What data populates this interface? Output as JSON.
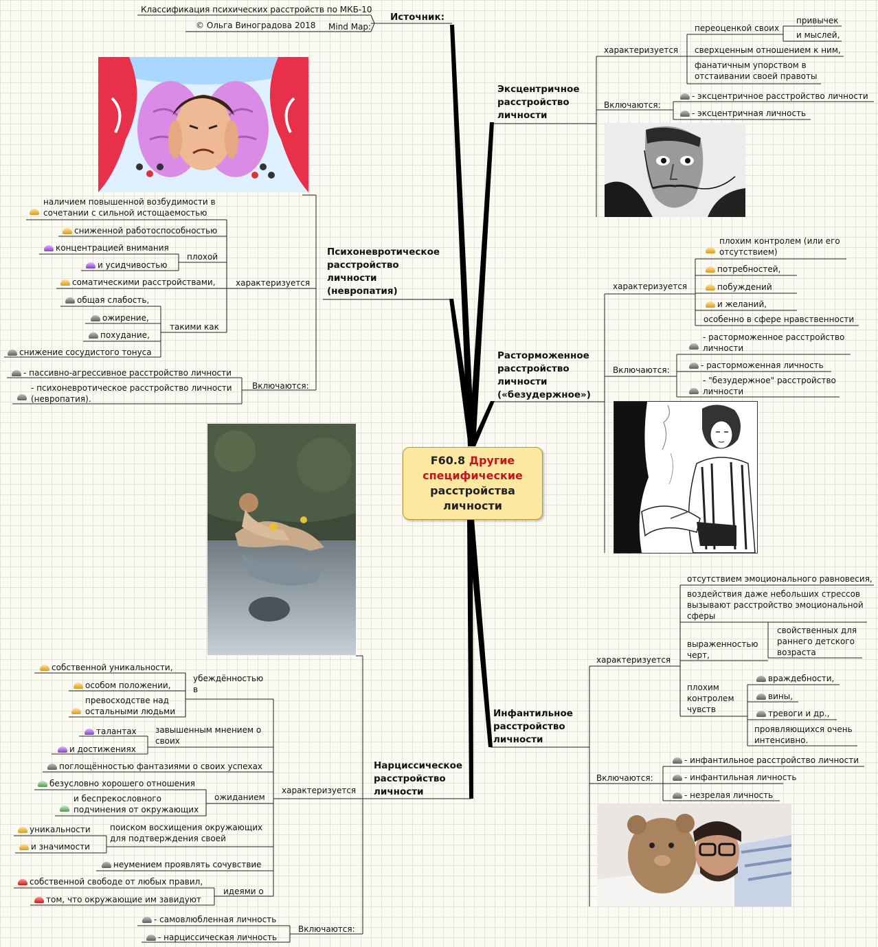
{
  "source": {
    "label": "Источник:",
    "classification": "Классификация психических расстройств по МКБ-10",
    "mindmap_label": "Mind Map:",
    "author": "© Ольга Виноградова 2018"
  },
  "center": {
    "code": "F60.8",
    "title_red": "Другие специфические",
    "title_rest": "расстройства личности",
    "fill_color": "#fde8a2",
    "red_color": "#c4161c"
  },
  "eccentric": {
    "title": "Эксцентричное расстройство личности",
    "char_label": "характеризуется",
    "overestimation": "переоценкой своих",
    "habits": "привычек",
    "thoughts": "и мыслей,",
    "overvalued": "сверхценным отношением к ним,",
    "fanatic": "фанатичным упорством в отстаивании своей правоты",
    "includes_label": "Включаются:",
    "inc1": "- эксцентричное расстройство личности",
    "inc2": "- эксцентричная личность",
    "image_icon": "portrait-with-mustache"
  },
  "disinhibited": {
    "title": "Расторможенное расстройство личности («безудержное»)",
    "char_label": "характеризуется",
    "c1": "плохим контролем (или его отсутствием)",
    "c2": "потребностей,",
    "c3": "побуждений",
    "c4": "и желаний,",
    "c5": "особенно в сфере нравственности",
    "includes_label": "Включаются:",
    "inc1": "- расторможенное расстройство личности",
    "inc2": "- расторможенная личность",
    "inc3": "- \"безудержное\" расстройство личности",
    "image_icon": "smoking-woman-sketch"
  },
  "infantile": {
    "title": "Инфантильное расстройство личности",
    "char_label": "характеризуется",
    "c1": "отсутствием эмоционального равновесия,",
    "c2": "воздействия даже небольших стрессов вызывают расстройство эмоциональной сферы",
    "c3_label": "выраженностью черт,",
    "c3_sub": "свойственных для раннего детского возраста",
    "c4_label": "плохим контролем чувств",
    "c4_1": "враждебности,",
    "c4_2": "вины,",
    "c4_3": "тревоги и др.,",
    "c4_4": "проявляющихся очень интенсивно.",
    "includes_label": "Включаются:",
    "inc1": "- инфантильное расстройство личности",
    "inc2": "- инфантильная личность",
    "inc3": "- незрелая личность",
    "image_icon": "man-with-teddy-bear"
  },
  "psycho": {
    "title": "Психоневротическое расстройство личности (невропатия)",
    "char_label": "характеризуется",
    "c1": "наличием повышенной возбудимости в сочетании с сильной истощаемостью",
    "c2": "сниженной работоспособностью",
    "poor_label": "плохой",
    "c3": "концентрацией внимания",
    "c4": "и усидчивостью",
    "c5": "соматическими расстройствами,",
    "such_as": "такими как",
    "s1": "общая слабость,",
    "s2": "ожирение,",
    "s3": "похудание,",
    "s4": "снижение сосудистого тонуса",
    "includes_label": "Включаются:",
    "inc1": "- пассивно-агрессивное расстройство личности",
    "inc2": "- психоневротическое расстройство личности (невропатия).",
    "image_icon": "stressed-man-head"
  },
  "narc": {
    "title": "Нарциссическое расстройство личности",
    "char_label": "характеризуется",
    "conviction": "убеждённостью в",
    "cv1": "собственной уникальности,",
    "cv2": "особом положении,",
    "cv3": "превосходстве над остальными людьми",
    "inflated": "завышенным мнением о своих",
    "i1": "талантах",
    "i2": "и достижениях",
    "fantasies": "поглощённостью фантазиями о своих успехах",
    "expectation": "ожиданием",
    "e1": "безусловно хорошего отношения",
    "e2": "и беспрекословного подчинения от окружающих",
    "search": "поиском восхищения окружающих для подтверждения своей",
    "s1": "уникальности",
    "s2": "и значимости",
    "no_empathy": "неумением проявлять сочувствие",
    "ideas": "идеями о",
    "id1": "собственной свободе от любых правил,",
    "id2": "том,  что окружающие им завидуют",
    "includes_label": "Включаются:",
    "inc1": "- самовлюбленная личность",
    "inc2": "- нарциссическая личность",
    "image_icon": "narcissus-reflection"
  }
}
